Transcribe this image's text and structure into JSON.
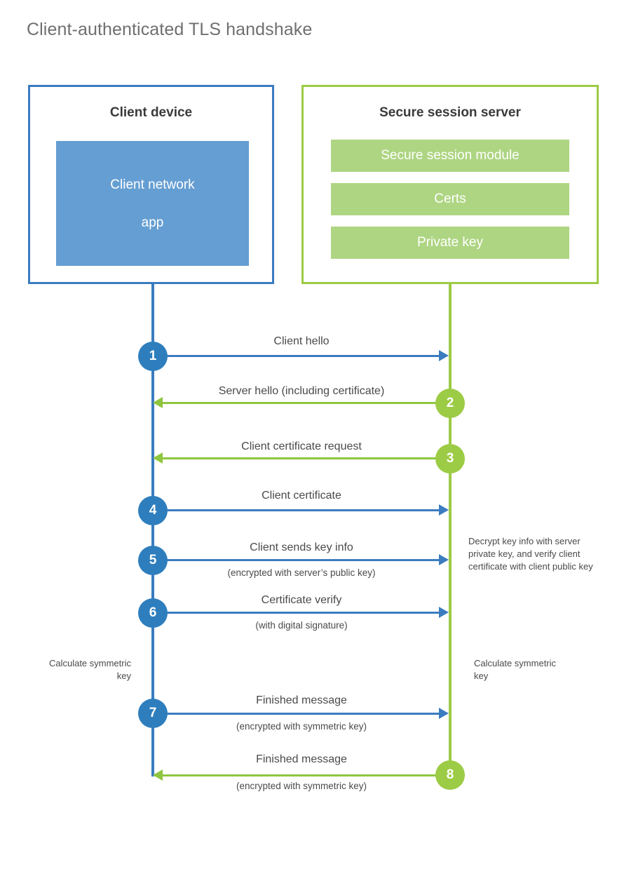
{
  "title": "Client-authenticated TLS handshake",
  "colors": {
    "client_blue": "#3b7cc0",
    "client_circle_blue": "#2e7ebd",
    "client_app_fill": "#659ed2",
    "server_green": "#9ccb45",
    "server_arrow_green": "#8ec63f",
    "server_item_fill": "#aed582",
    "title_gray": "#6f6f6f",
    "text_gray": "#4a4a4a"
  },
  "client": {
    "title": "Client device",
    "app_line1": "Client network",
    "app_line2": "app"
  },
  "server": {
    "title": "Secure session server",
    "items": [
      {
        "label": "Secure session module"
      },
      {
        "label": "Certs"
      },
      {
        "label": "Private key"
      }
    ]
  },
  "steps": [
    {
      "number": "1",
      "direction": "client-to-server",
      "side": "client",
      "label": "Client hello",
      "sublabel": ""
    },
    {
      "number": "2",
      "direction": "server-to-client",
      "side": "server",
      "label": "Server hello (including certificate)",
      "sublabel": ""
    },
    {
      "number": "3",
      "direction": "server-to-client",
      "side": "server",
      "label": "Client certificate request",
      "sublabel": ""
    },
    {
      "number": "4",
      "direction": "client-to-server",
      "side": "client",
      "label": "Client certificate",
      "sublabel": ""
    },
    {
      "number": "5",
      "direction": "client-to-server",
      "side": "client",
      "label": "Client sends key info",
      "sublabel": "(encrypted with server’s public key)"
    },
    {
      "number": "6",
      "direction": "client-to-server",
      "side": "client",
      "label": "Certificate verify",
      "sublabel": "(with digital signature)"
    },
    {
      "number": "7",
      "direction": "client-to-server",
      "side": "client",
      "label": "Finished message",
      "sublabel": "(encrypted with symmetric key)"
    },
    {
      "number": "8",
      "direction": "server-to-client",
      "side": "server",
      "label": "Finished message",
      "sublabel": "(encrypted with symmetric key)"
    }
  ],
  "notes": {
    "server_decrypt": "Decrypt key info with server private key, and verify client certificate with client public key",
    "client_calculate": "Calculate symmetric key",
    "server_calculate": "Calculate symmetric key"
  }
}
